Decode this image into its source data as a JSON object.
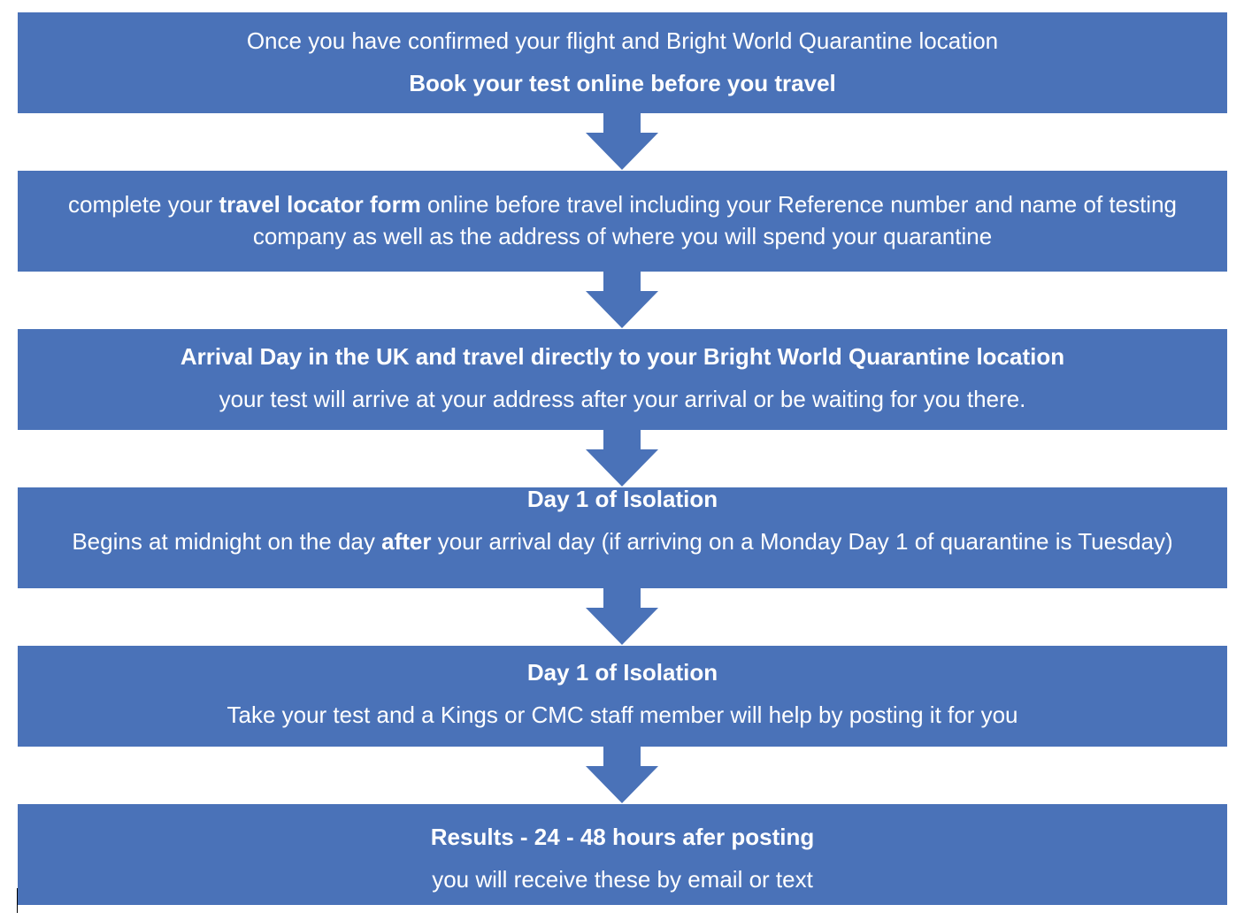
{
  "steps": [
    {
      "line1": "Once you have confirmed your flight and Bright World Quarantine location",
      "line2": "Book your test online before you travel"
    },
    {
      "pre": "complete your ",
      "bold": "travel locator form",
      "post": " online before travel including your Reference number and name of testing company as well as the address of where you will spend your quarantine"
    },
    {
      "line1": "Arrival Day in the UK  and travel directly to your Bright World Quarantine location",
      "line2": "your test will arrive at your address after your arrival or be waiting for you there."
    },
    {
      "title": "Day 1 of Isolation",
      "pre": "Begins at midnight on the day ",
      "bold": "after",
      "post": " your arrival day (if arriving on a Monday Day 1 of quarantine is Tuesday)"
    },
    {
      "title": "Day 1 of Isolation",
      "line2": "Take your test and a Kings or CMC staff member will help by posting it for you"
    },
    {
      "title": "Results - 24 - 48 hours afer posting",
      "line2": "you will receive these by email or text"
    }
  ],
  "colors": {
    "box_fill": "#4a72b8",
    "text": "#ffffff",
    "background": "#ffffff"
  }
}
